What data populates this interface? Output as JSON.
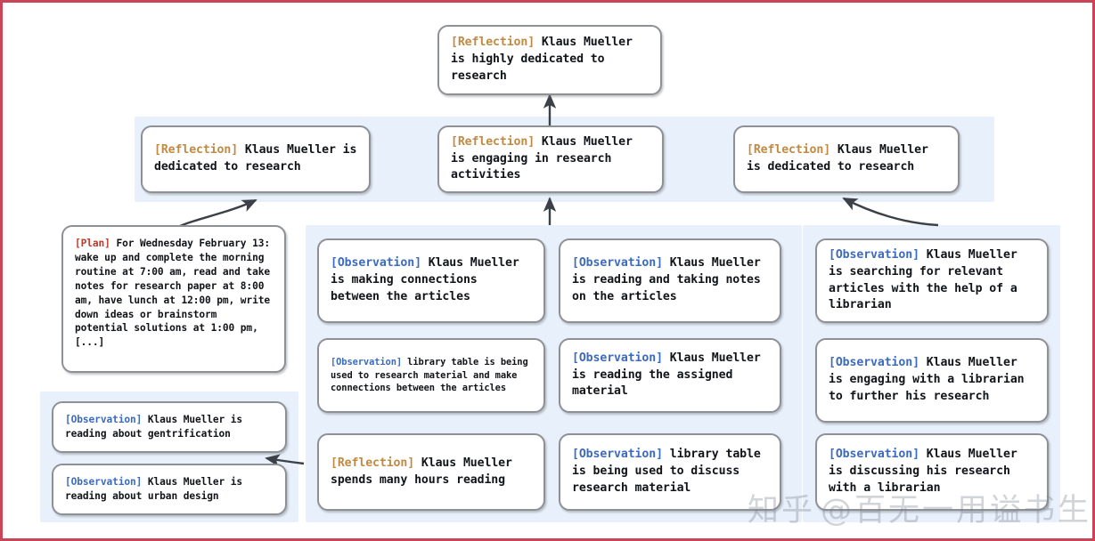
{
  "diagram": {
    "title": "Generative agent memory reflection tree",
    "accent_colors": {
      "reflection_tag": "#c08a43",
      "observation_tag": "#3b6bbf",
      "plan_tag": "#c0392b",
      "panel_background": "#e8f0fb",
      "node_border": "#8d9196",
      "page_border": "#c94457"
    }
  },
  "tags": {
    "reflection": "[Reflection]",
    "observation": "[Observation]",
    "plan": "[Plan]"
  },
  "root": {
    "tag": "[Reflection]",
    "text": " Klaus Mueller is highly dedicated to research"
  },
  "reflections": [
    {
      "tag": "[Reflection]",
      "text": " Klaus Mueller is dedicated to research"
    },
    {
      "tag": "[Reflection]",
      "text": " Klaus Mueller is engaging in research activities"
    },
    {
      "tag": "[Reflection]",
      "text": " Klaus Mueller is dedicated to research"
    }
  ],
  "plan": {
    "tag": "[Plan]",
    "text": " For Wednesday February 13: wake up and complete the morning routine at 7:00 am, read and take notes for research paper at 8:00 am, have lunch at 12:00 pm, write down ideas or brainstorm potential solutions at 1:00 pm, [...]"
  },
  "left_group": [
    {
      "tag": "[Observation]",
      "text": " Klaus Mueller is reading about gentrification"
    },
    {
      "tag": "[Observation]",
      "text": " Klaus Mueller is reading about urban design"
    }
  ],
  "column_one": [
    {
      "tag": "[Observation]",
      "text": " Klaus Mueller is making connections between the articles"
    },
    {
      "tag": "[Observation]",
      "text": " library table is being used to research material and make connections between the articles"
    },
    {
      "tag": "[Reflection]",
      "text": " Klaus Mueller spends many hours reading"
    }
  ],
  "column_two": [
    {
      "tag": "[Observation]",
      "text": " Klaus Mueller is reading and taking notes on the articles"
    },
    {
      "tag": "[Observation]",
      "text": " Klaus Mueller is reading the assigned material"
    },
    {
      "tag": "[Observation]",
      "text": " library table is being used to discuss research material"
    }
  ],
  "column_three": [
    {
      "tag": "[Observation]",
      "text": " Klaus Mueller is searching for relevant articles with the help of a librarian"
    },
    {
      "tag": "[Observation]",
      "text": " Klaus Mueller is engaging with a librarian to further his research"
    },
    {
      "tag": "[Observation]",
      "text": " Klaus Mueller is discussing his research with a librarian"
    }
  ],
  "watermark": {
    "zhihu": "知乎",
    "handle": "@百无一用谥书生"
  }
}
